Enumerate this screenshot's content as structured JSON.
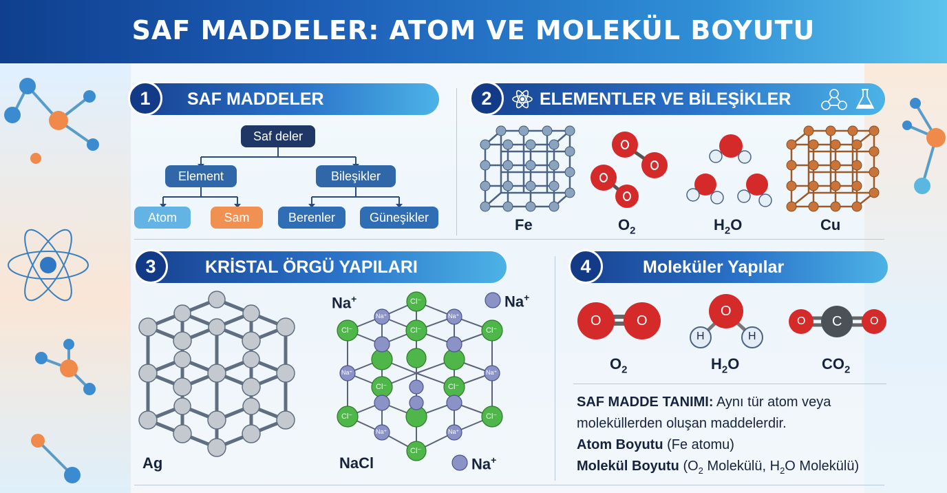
{
  "title": "SAF MADDELER: ATOM VE MOLEKÜL BOYUTU",
  "colors": {
    "navy": "#123a86",
    "bar_start": "#17408f",
    "bar_end": "#4cb3e6",
    "oxygen": "#d42a2a",
    "chlorine": "#4fb64a",
    "sodium": "#8b93c6",
    "copper": "#c9743a",
    "iron": "#8aa4bf",
    "silver": "#c4c9cf"
  },
  "section1": {
    "number": "1",
    "title": "SAF MADDELER",
    "root": "Saf deler",
    "left_node": "Element",
    "right_node": "Bileşikler",
    "leaves": [
      "Atom",
      "Sam",
      "Berenler",
      "Güneşikler"
    ]
  },
  "section2": {
    "number": "2",
    "title": "ELEMENTLER VE BİLEŞİKLER",
    "icons": [
      "atom-icon",
      "molecule-icon",
      "flask-icon"
    ],
    "labels": [
      "Fe",
      "O",
      "H",
      "O",
      "Cu"
    ],
    "sub2": "2"
  },
  "section3": {
    "number": "3",
    "title": "KRİSTAL ÖRGÜ YAPILARI",
    "label_left": "Ag",
    "label_right": "NaCl",
    "na": "Na",
    "plus": "+",
    "cl_minus": "Cl⁻",
    "na_plus": "Na⁺"
  },
  "section4": {
    "number": "4",
    "title": "Moleküler Yapılar",
    "o_letter": "O",
    "h_letter": "H",
    "c_letter": "C",
    "label_o2": "O",
    "label_h": "H",
    "label_h2o_o": "O",
    "label_co2": "CO",
    "sub2": "2",
    "def_label": "SAF MADDE TANIMI:",
    "def_text_1": " Aynı tür atom veya",
    "def_text_2": "moleküllerden oluşan maddelerdir.",
    "atom_label": "Atom Boyutu",
    "atom_text": " (Fe atomu)",
    "mol_label": "Molekül Boyutu",
    "mol_text_1": " (O",
    "mol_text_2": " Molekülü, H",
    "mol_text_3": "O Molekülü)"
  }
}
